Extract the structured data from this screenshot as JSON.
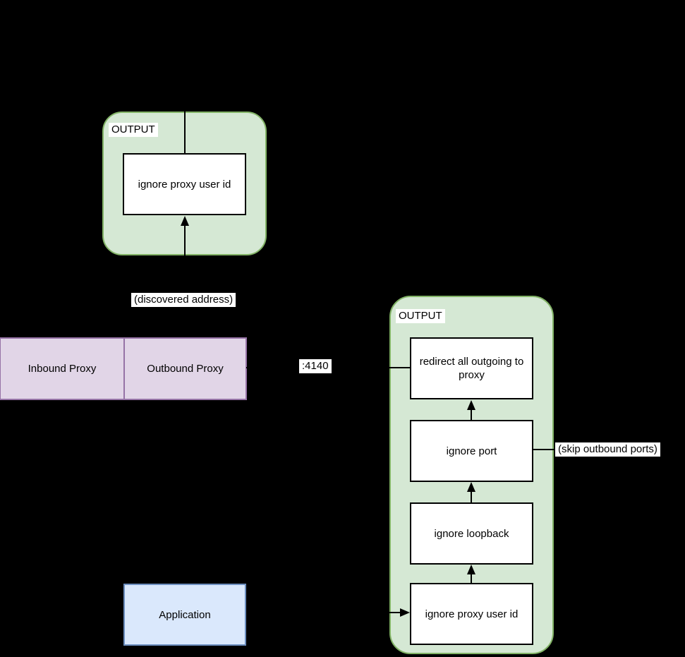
{
  "colors": {
    "background": "#000000",
    "group_fill": "#d5e8d4",
    "group_border": "#82b366",
    "proxy_fill": "#e1d5e7",
    "proxy_border": "#9673a6",
    "app_fill": "#dae8fc",
    "app_border": "#6c8ebf",
    "node_fill": "#ffffff",
    "connector": "#000000",
    "label_background": "#ffffff",
    "text": "#000000"
  },
  "top_output_group": {
    "title": "OUTPUT",
    "node": "ignore proxy user id"
  },
  "annotations": {
    "discovered_address": "(discovered address)",
    "proxy_port": ":4140",
    "skip_outbound_ports": "(skip outbound ports)"
  },
  "proxy_row": {
    "cells": [
      "Inbound Proxy",
      "Outbound Proxy"
    ]
  },
  "right_output_group": {
    "title": "OUTPUT",
    "nodes": [
      "redirect all outgoing to proxy",
      "ignore port",
      "ignore loopback",
      "ignore proxy user id"
    ]
  },
  "application_node": {
    "label": "Application"
  }
}
